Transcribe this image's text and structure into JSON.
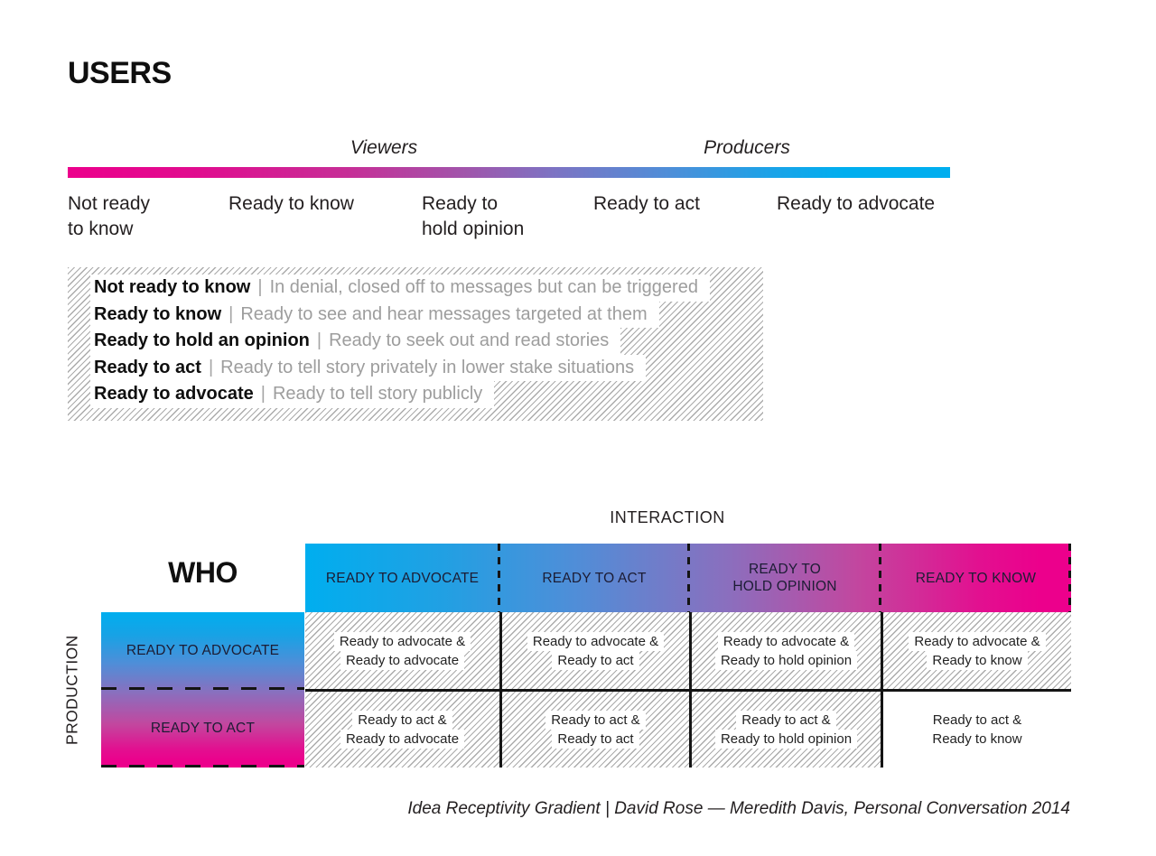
{
  "title": "USERS",
  "axis": {
    "viewers": "Viewers",
    "producers": "Producers",
    "stages": [
      "Not ready\nto know",
      "Ready to know",
      "Ready to\nhold opinion",
      "Ready to act",
      "Ready to advocate"
    ]
  },
  "definitions": {
    "separator": "|",
    "items": [
      {
        "term": "Not ready to know",
        "desc": "In denial, closed off to messages but can be triggered"
      },
      {
        "term": "Ready to know",
        "desc": "Ready to see and hear messages targeted at them"
      },
      {
        "term": "Ready to hold an opinion",
        "desc": "Ready to seek out and read stories"
      },
      {
        "term": "Ready to act",
        "desc": "Ready to tell story privately in lower stake situations"
      },
      {
        "term": "Ready to advocate",
        "desc": "Ready to tell story publicly"
      }
    ]
  },
  "matrix": {
    "who_label": "WHO",
    "interaction_label": "INTERACTION",
    "production_label": "PRODUCTION",
    "columns": [
      "READY TO ADVOCATE",
      "READY TO ACT",
      "READY TO\nHOLD OPINION",
      "READY TO KNOW"
    ],
    "rows": [
      "READY TO ADVOCATE",
      "READY TO ACT"
    ],
    "cells": [
      {
        "line1": "Ready to advocate &",
        "line2": "Ready to advocate",
        "hatched": true
      },
      {
        "line1": "Ready to advocate &",
        "line2": "Ready to act",
        "hatched": true
      },
      {
        "line1": "Ready to advocate &",
        "line2": "Ready to hold opinion",
        "hatched": true
      },
      {
        "line1": "Ready to advocate &",
        "line2": "Ready to know",
        "hatched": true
      },
      {
        "line1": "Ready to act &",
        "line2": "Ready to advocate",
        "hatched": true
      },
      {
        "line1": "Ready to act &",
        "line2": "Ready to act",
        "hatched": true
      },
      {
        "line1": "Ready to act &",
        "line2": "Ready to hold opinion",
        "hatched": true
      },
      {
        "line1": "Ready to act &",
        "line2": "Ready to know",
        "hatched": false
      }
    ]
  },
  "colors": {
    "magenta": "#ec008c",
    "cyan": "#00aeef",
    "hatch_gray": "#ababab",
    "grid_black": "#141414"
  },
  "footer": "Idea Receptivity Gradient | David Rose — Meredith Davis, Personal Conversation 2014"
}
